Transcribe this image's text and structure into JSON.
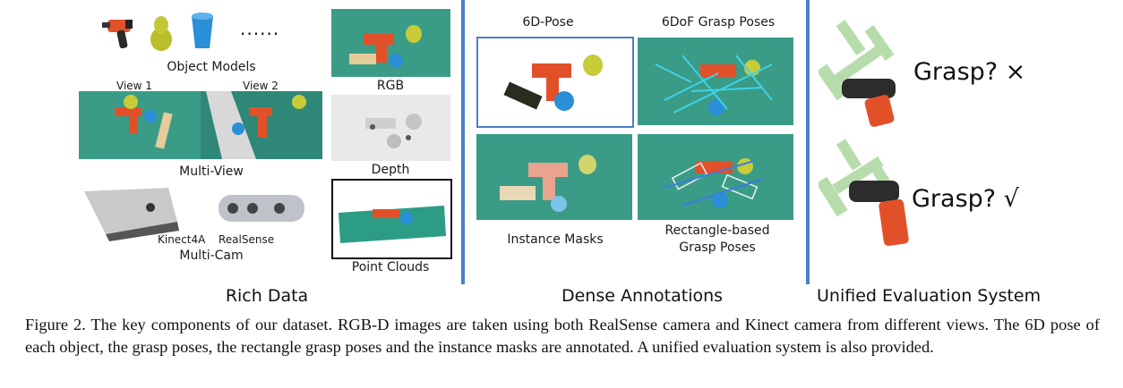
{
  "rich_data": {
    "object_models_label": "Object Models",
    "ellipsis": "......",
    "view1_label": "View 1",
    "view2_label": "View 2",
    "multi_view_label": "Multi-View",
    "kinect_label": "Kinect4A",
    "realsense_label": "RealSense",
    "multi_cam_label": "Multi-Cam",
    "rgb_label": "RGB",
    "depth_label": "Depth",
    "point_clouds_label": "Point Clouds",
    "section_title": "Rich Data"
  },
  "dense_annotations": {
    "pose_label": "6D-Pose",
    "grasp_label": "6DoF Grasp Poses",
    "masks_label": "Instance Masks",
    "rect_label_line1": "Rectangle-based",
    "rect_label_line2": "Grasp Poses",
    "section_title": "Dense Annotations"
  },
  "evaluation": {
    "grasp_bad": "Grasp? ×",
    "grasp_good": "Grasp? √",
    "section_title": "Unified Evaluation System"
  },
  "caption": "Figure 2. The key components of our dataset. RGB-D images are taken using both RealSense camera and Kinect camera from different views. The 6D pose of each object, the grasp poses, the rectangle grasp poses and the instance masks are annotated. A unified evaluation system is also provided.",
  "colors": {
    "divider": "#4a7fc6",
    "scene_bg": "#3a9c86",
    "gripper": "#b7dcab",
    "drill_orange": "#e2502a"
  }
}
